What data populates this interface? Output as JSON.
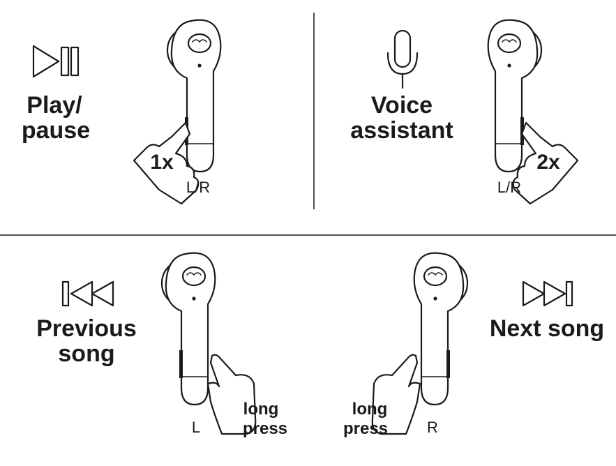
{
  "divider_color": "#1a1a1a",
  "panels": {
    "play_pause": {
      "icon": "play-pause-icon",
      "title_line1": "Play/",
      "title_line2": "pause",
      "count": "1x",
      "side": "L/R"
    },
    "voice_assistant": {
      "icon": "microphone-icon",
      "title_line1": "Voice",
      "title_line2": "assistant",
      "count": "2x",
      "side": "L/R"
    },
    "previous_song": {
      "icon": "skip-back-icon",
      "title_line1": "Previous",
      "title_line2": "song",
      "press_line1": "long",
      "press_line2": "press",
      "side": "L"
    },
    "next_song": {
      "icon": "skip-forward-icon",
      "title": "Next song",
      "press_line1": "long",
      "press_line2": "press",
      "side": "R"
    }
  }
}
